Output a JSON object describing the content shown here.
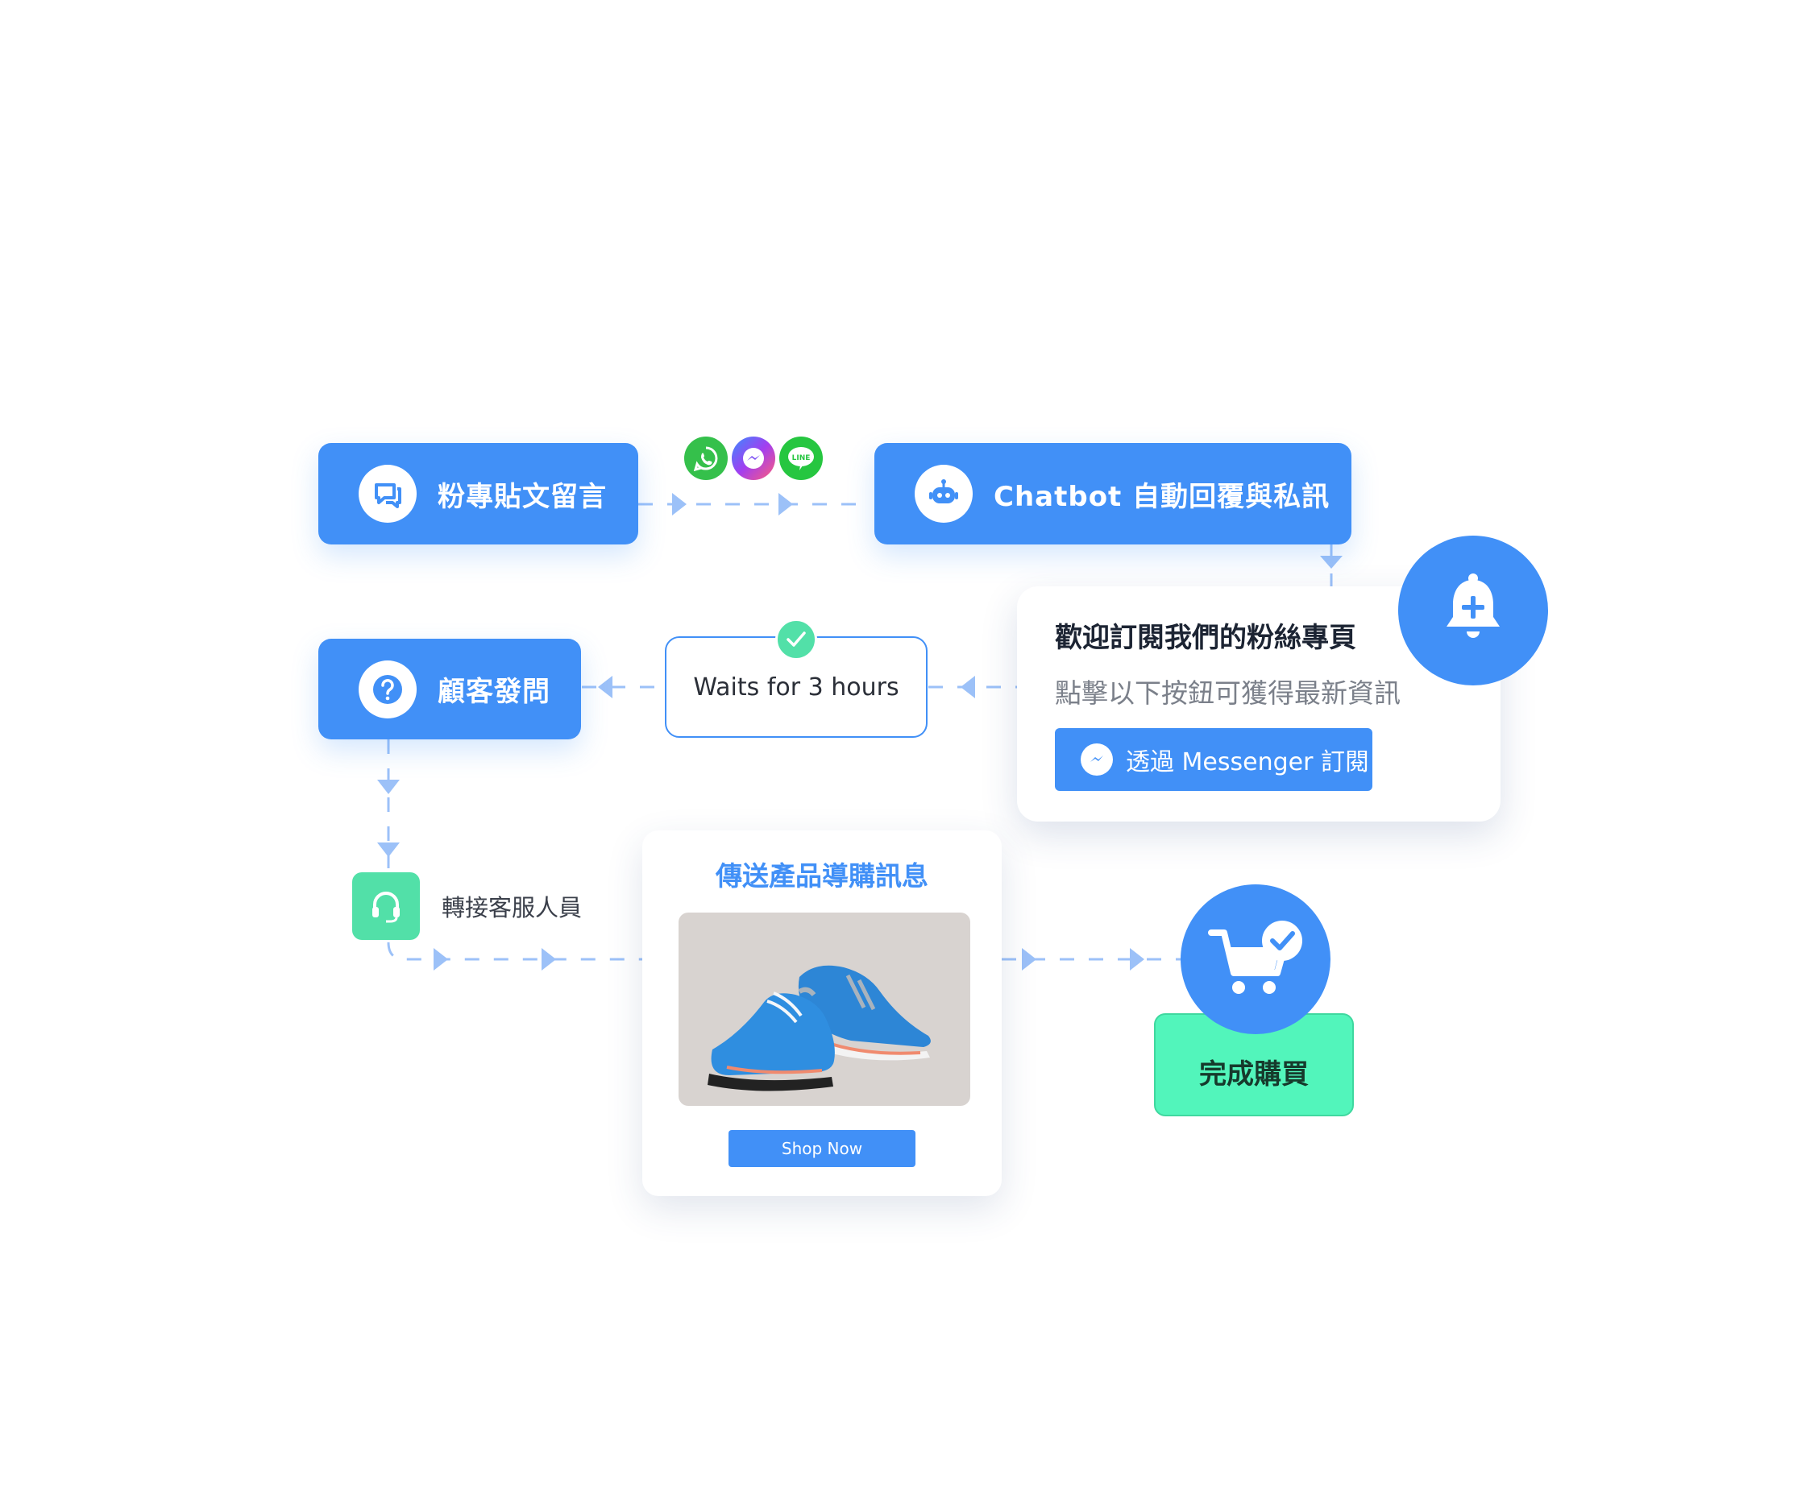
{
  "colors": {
    "primary_blue": "#4190f7",
    "mint": "#52e0a8",
    "mint_box": "#52f5bb",
    "connector": "#9cc1f8",
    "whatsapp": "#35c04b",
    "messenger": "#7a4cf3",
    "line": "#26c640"
  },
  "nodes": {
    "post_comment": {
      "label": "粉專貼文留言",
      "icon": "chat-bubble-icon"
    },
    "chatbot": {
      "label": "Chatbot 自動回覆與私訊",
      "icon": "robot-icon"
    },
    "customer_question": {
      "label": "顧客發問",
      "icon": "question-icon"
    },
    "wait": {
      "label": "Waits for 3 hours",
      "icon": "check-icon"
    }
  },
  "channels": [
    {
      "name": "WhatsApp",
      "icon": "whatsapp-icon"
    },
    {
      "name": "Messenger",
      "icon": "messenger-icon"
    },
    {
      "name": "LINE",
      "icon": "line-icon",
      "text": "LINE"
    }
  ],
  "subscribe_card": {
    "title": "歡迎訂閱我們的粉絲專頁",
    "description": "點擊以下按鈕可獲得最新資訊",
    "button_label": "透過 Messenger 訂閱",
    "badge_icon": "bell-plus-icon"
  },
  "agent": {
    "label": "轉接客服人員",
    "icon": "headset-icon"
  },
  "product_card": {
    "title": "傳送產品導購訊息",
    "image": "blue-sneakers-image",
    "button_label": "Shop Now"
  },
  "purchase": {
    "label": "完成購買",
    "icon": "cart-check-icon"
  }
}
